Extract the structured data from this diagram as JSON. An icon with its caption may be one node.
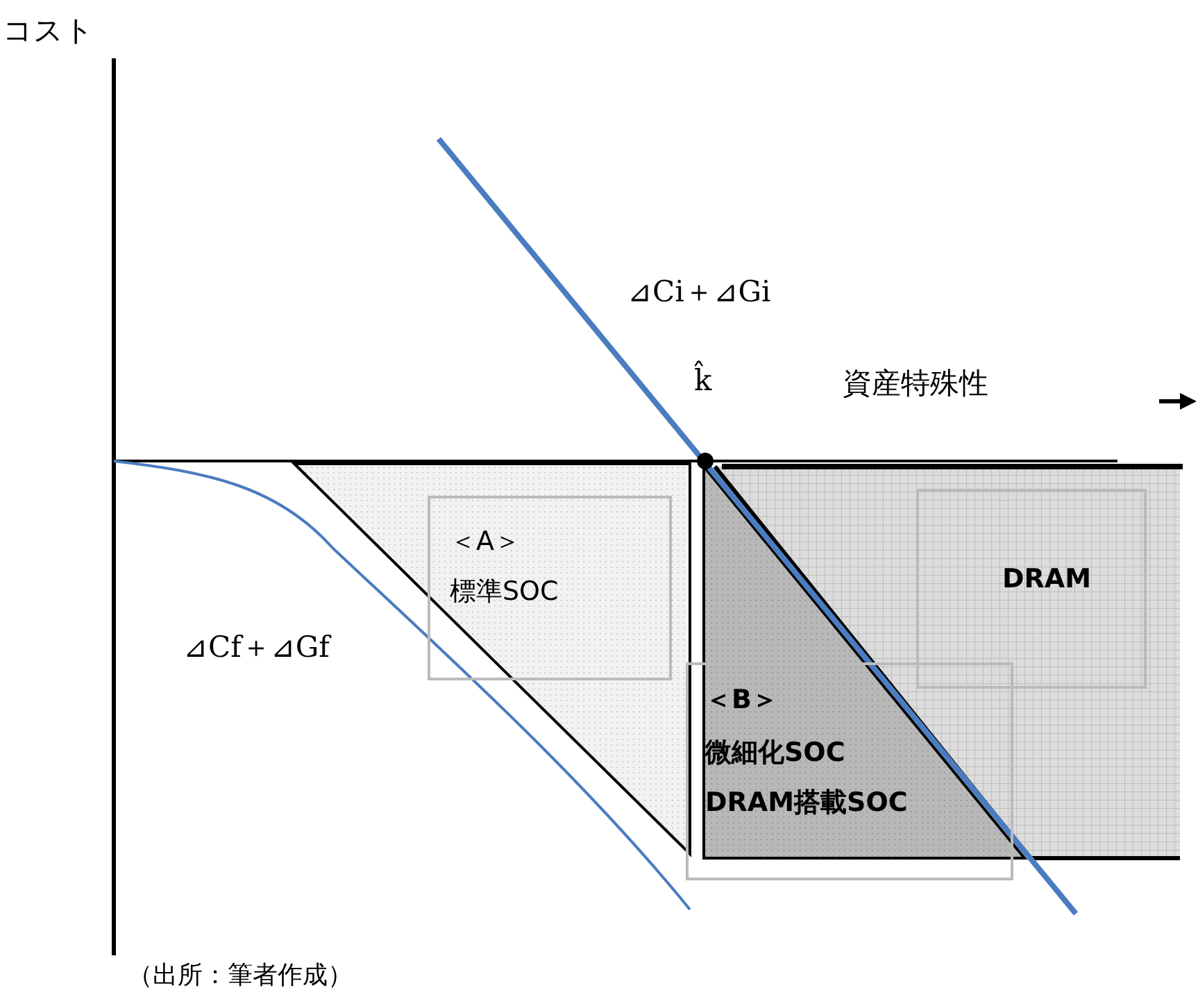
{
  "diagram": {
    "caption": "（出所：筆者作成）",
    "nodes": [
      {
        "text": [
          "＜A＞",
          "標準SOC"
        ]
      },
      {
        "text": [
          "DRAM"
        ]
      },
      {
        "text": [
          "＜B＞",
          "微細化SOC",
          "DRAM搭載SOC"
        ]
      }
    ],
    "edges": [],
    "labels": [
      "コスト",
      "⊿Ci＋⊿Gi",
      "k̂",
      "資産特殊性",
      "⊿Cf＋⊿Gf"
    ]
  }
}
